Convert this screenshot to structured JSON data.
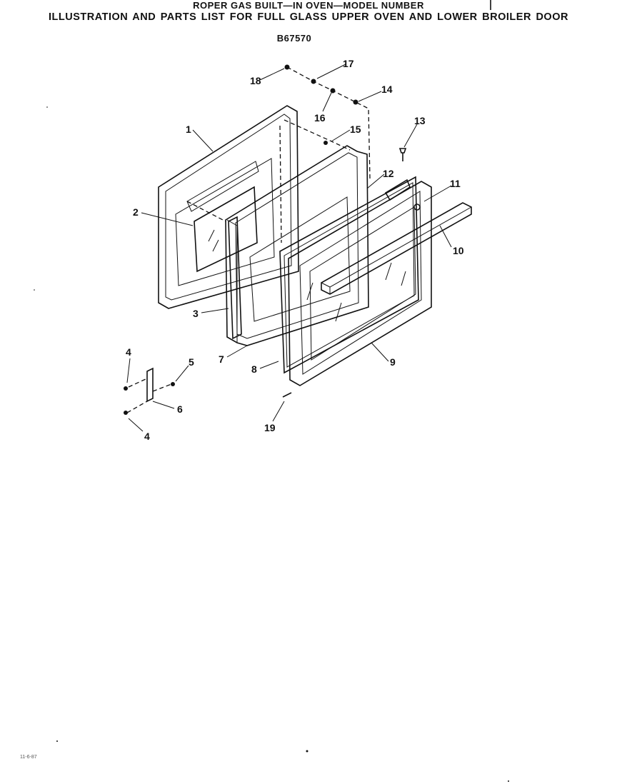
{
  "header": {
    "line1": "ROPER GAS BUILT—IN OVEN—MODEL NUMBER",
    "line2": "ILLUSTRATION AND PARTS LIST FOR FULL GLASS UPPER OVEN AND LOWER BROILER DOOR",
    "model": "B67570"
  },
  "callouts": [
    "1",
    "2",
    "3",
    "4",
    "4",
    "5",
    "6",
    "7",
    "8",
    "9",
    "10",
    "11",
    "12",
    "13",
    "14",
    "15",
    "16",
    "17",
    "18",
    "19"
  ],
  "footer": {
    "stamp": "11-6-87"
  }
}
